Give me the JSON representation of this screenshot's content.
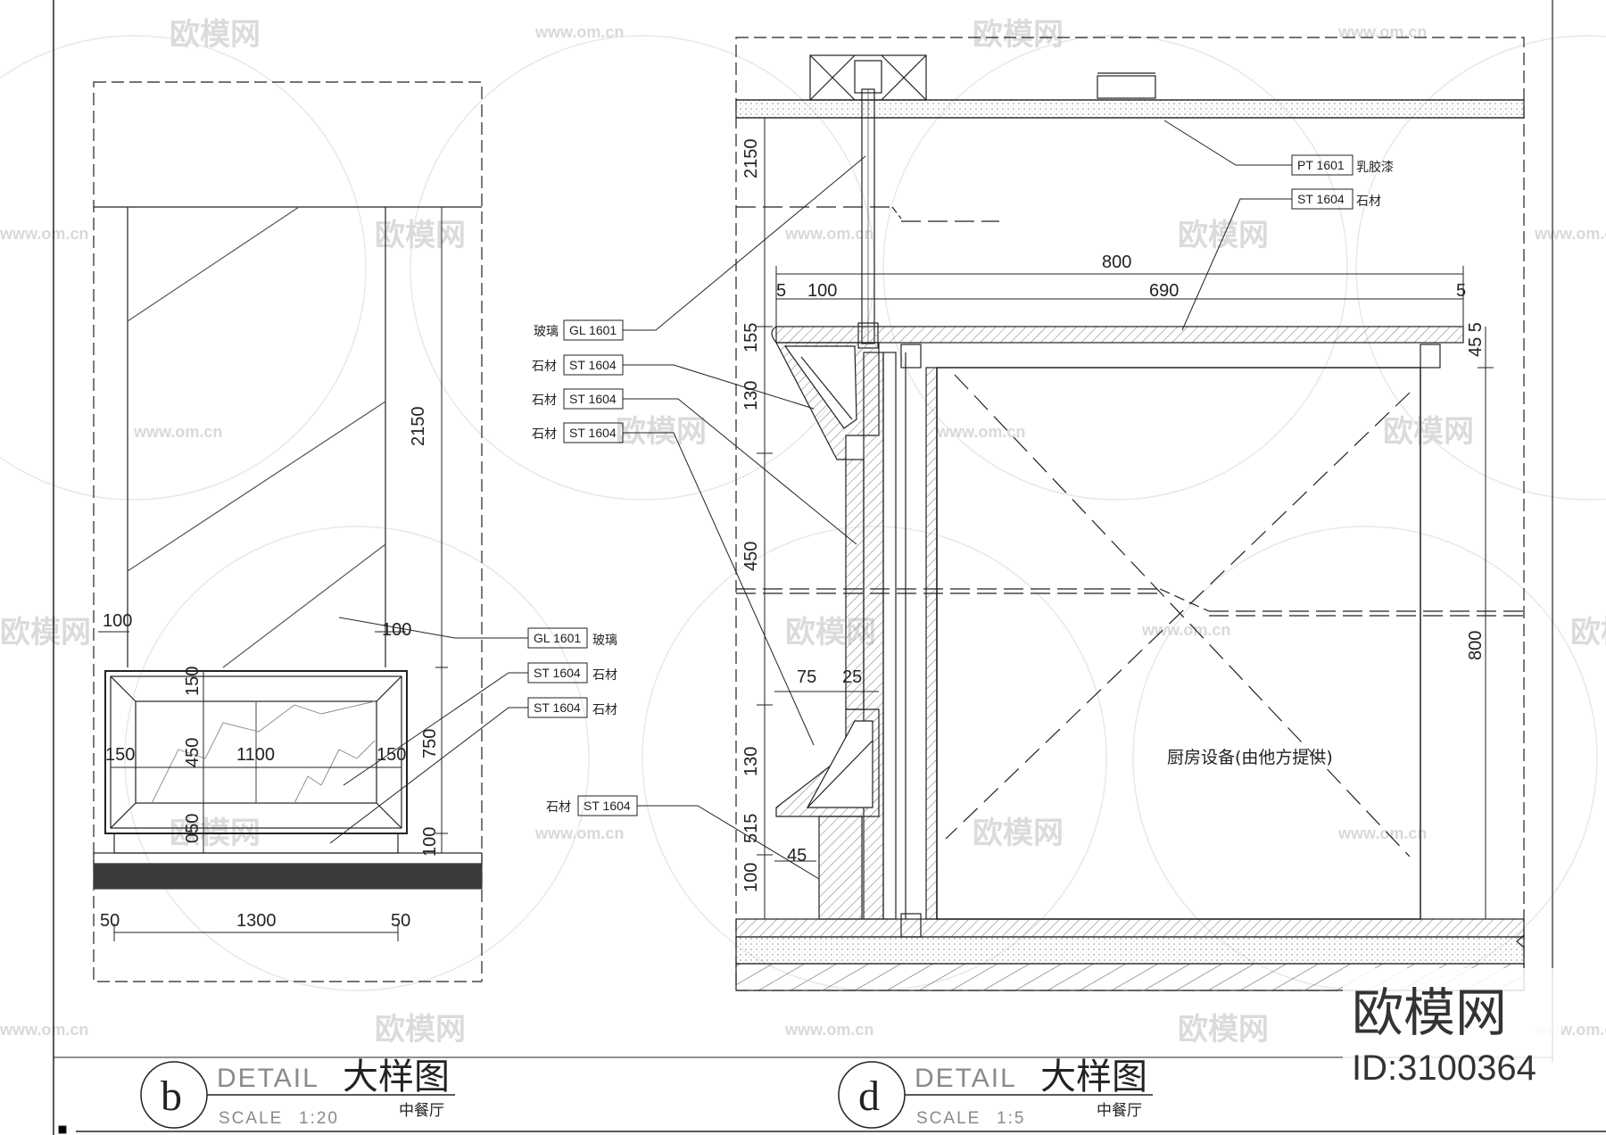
{
  "watermark": {
    "brand": "欧模网",
    "url": "www.om.cn"
  },
  "detail_b": {
    "letter": "b",
    "detail": "DETAIL",
    "title": "大样图",
    "scale_label": "SCALE",
    "scale_value": "1:20",
    "room": "中餐厅",
    "dims": {
      "h2150": "2150",
      "d100a": "100",
      "d100b": "100",
      "d150a": "150",
      "d150b": "150",
      "d150c": "150",
      "d450": "450",
      "d1100": "1100",
      "d750": "750",
      "d050": "050",
      "d100c": "100",
      "d50a": "50",
      "d1300": "1300",
      "d50b": "50"
    },
    "tags": [
      {
        "code": "GL 1601",
        "text": "玻璃"
      },
      {
        "code": "ST 1604",
        "text": "石材"
      },
      {
        "code": "ST 1604",
        "text": "石材"
      }
    ]
  },
  "detail_d": {
    "letter": "d",
    "detail": "DETAIL",
    "title": "大样图",
    "scale_label": "SCALE",
    "scale_value": "1:5",
    "room": "中餐厅",
    "equipment_note": "厨房设备(由他方提供)",
    "dims": {
      "d2150": "2150",
      "d800": "800",
      "d100": "100",
      "d690": "690",
      "d5a": "5",
      "d5b": "5",
      "d155": "155",
      "d130a": "130",
      "d450": "450",
      "d75": "75",
      "d25": "25",
      "d130b": "130",
      "d515": "515",
      "d45a": "45",
      "d100b": "100",
      "d455": "45 5",
      "d800v": "800"
    },
    "tags_top": [
      {
        "code": "PT 1601",
        "text": "乳胶漆"
      },
      {
        "code": "ST 1604",
        "text": "石材"
      }
    ],
    "tags_left": [
      {
        "code": "GL 1601",
        "text": "玻璃"
      },
      {
        "code": "ST 1604",
        "text": "石材"
      },
      {
        "code": "ST 1604",
        "text": "石材"
      },
      {
        "code": "ST 1604",
        "text": "石材"
      },
      {
        "code": "ST 1604",
        "text": "石材"
      }
    ]
  },
  "brand_block": {
    "name": "欧模网",
    "id": "ID:3100364"
  }
}
